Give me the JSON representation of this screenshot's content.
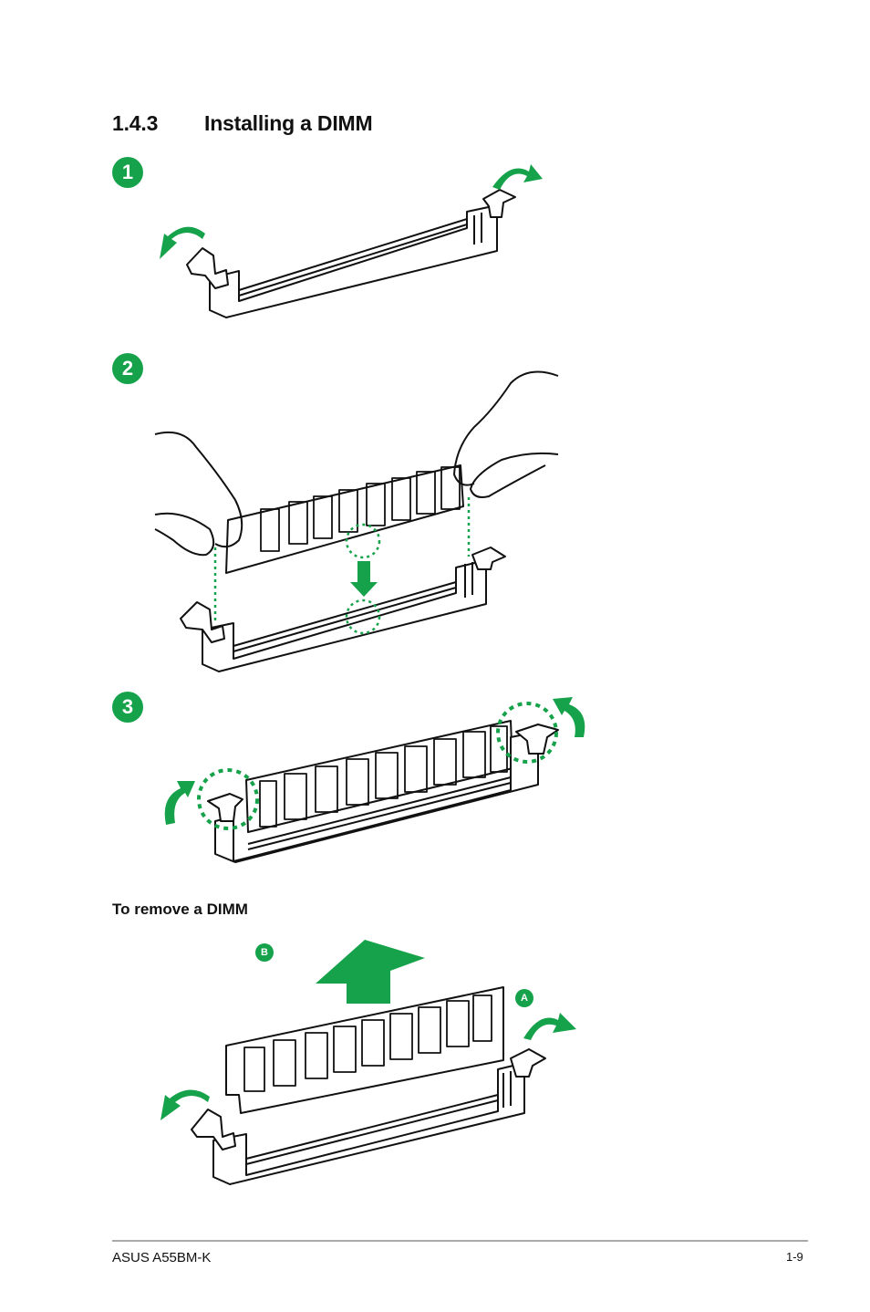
{
  "section": {
    "number": "1.4.3",
    "title": "Installing a DIMM"
  },
  "steps": [
    "1",
    "2",
    "3"
  ],
  "remove": {
    "title": "To remove a DIMM",
    "labels": {
      "a": "A",
      "b": "B"
    }
  },
  "footer": {
    "left": "ASUS A55BM-K",
    "right": "1-9"
  },
  "colors": {
    "accent": "#15a24a",
    "line": "#111111",
    "rule": "#aaaaaa"
  },
  "icons": {
    "open-clip": "curved-arrow-icon",
    "lift": "up-arrow-icon",
    "insert": "down-arrow-icon"
  }
}
